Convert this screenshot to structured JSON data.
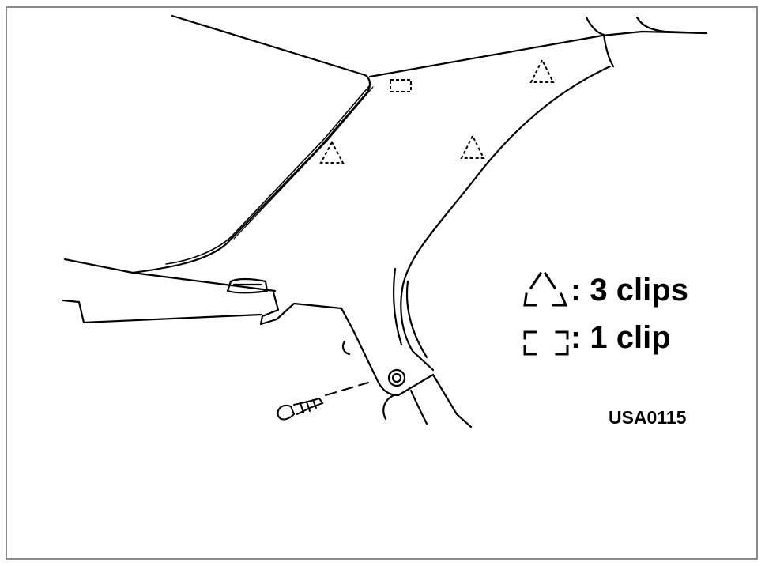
{
  "legend": {
    "triangle_label": ": 3 clips",
    "square_label": ": 1 clip",
    "triangle_icon": "dashed-triangle-clip-icon",
    "square_icon": "dashed-square-clip-icon"
  },
  "figure_code": "USA0115",
  "colors": {
    "line": "#000000",
    "frame": "#8a8a8a",
    "background": "#ffffff"
  }
}
